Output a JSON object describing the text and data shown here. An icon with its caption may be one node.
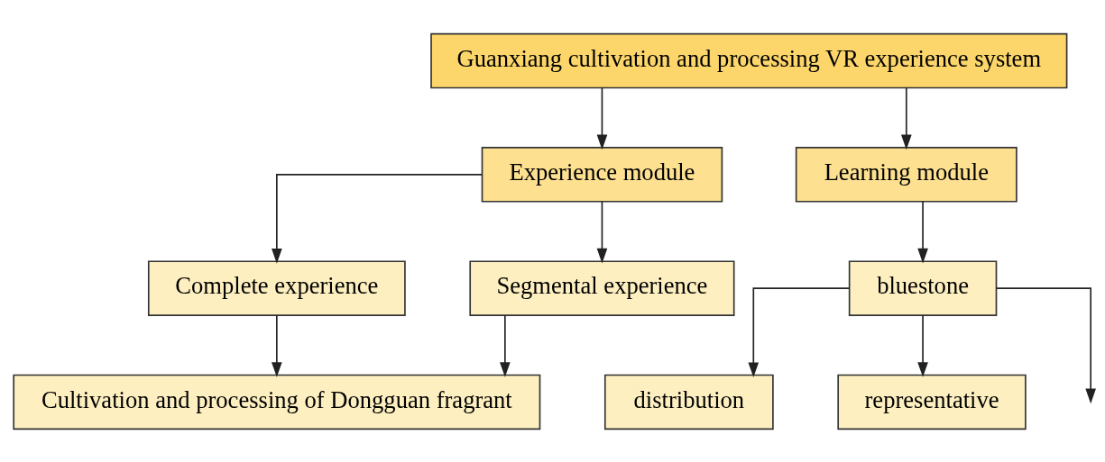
{
  "diagram": {
    "nodes": [
      {
        "text": [
          "Guanxiang cultivation and processing VR experience system"
        ]
      },
      {
        "text": [
          "Experience module"
        ]
      },
      {
        "text": [
          "Learning module"
        ]
      },
      {
        "text": [
          "Complete experience"
        ]
      },
      {
        "text": [
          "Segmental experience"
        ]
      },
      {
        "text": [
          "Cultivation and processing of Dongguan fragrant"
        ]
      },
      {
        "text": [
          "bluestone"
        ]
      },
      {
        "text": [
          "distribution"
        ]
      },
      {
        "text": [
          "representative"
        ]
      }
    ],
    "edges": [
      {
        "from": 0,
        "to": 1,
        "arrow": "to"
      },
      {
        "from": 0,
        "to": 2,
        "arrow": "to"
      },
      {
        "from": 1,
        "to": 3,
        "arrow": "to"
      },
      {
        "from": 1,
        "to": 4,
        "arrow": "to"
      },
      {
        "from": 3,
        "to": 5,
        "arrow": "to"
      },
      {
        "from": 4,
        "to": 5,
        "arrow": "to"
      },
      {
        "from": 2,
        "to": 6,
        "arrow": "to"
      },
      {
        "from": 6,
        "to": 7,
        "arrow": "to"
      },
      {
        "from": 6,
        "to": null,
        "arrow": "to"
      },
      {
        "from": 6,
        "to": 8,
        "arrow": "to"
      }
    ]
  }
}
